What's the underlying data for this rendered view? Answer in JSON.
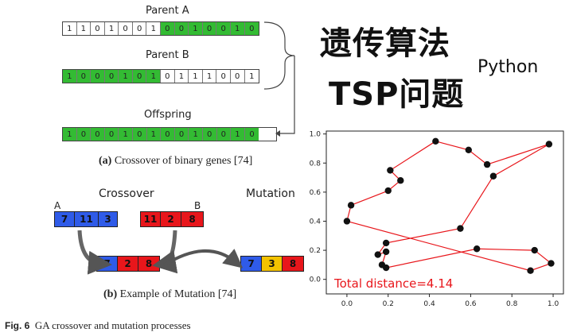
{
  "panel_a": {
    "parent_a_label": "Parent A",
    "parent_b_label": "Parent B",
    "offspring_label": "Offspring",
    "parent_a_bits": [
      "1",
      "1",
      "0",
      "1",
      "0",
      "0",
      "1",
      "0",
      "0",
      "1",
      "0",
      "0",
      "1",
      "0"
    ],
    "parent_b_bits": [
      "1",
      "0",
      "0",
      "0",
      "1",
      "0",
      "1",
      "0",
      "1",
      "1",
      "1",
      "0",
      "0",
      "1"
    ],
    "offspring_bits": [
      "1",
      "0",
      "0",
      "0",
      "1",
      "0",
      "1",
      "0",
      "0",
      "1",
      "0",
      "0",
      "1",
      "0"
    ],
    "crossover_index": 7,
    "caption_letter": "(a)",
    "caption_text": " Crossover of binary genes [74]"
  },
  "panel_b": {
    "crossover_label": "Crossover",
    "mutation_label": "Mutation",
    "label_a": "A",
    "label_b": "B",
    "gene_a": [
      "7",
      "11",
      "3"
    ],
    "gene_b": [
      "11",
      "2",
      "8"
    ],
    "child": [
      "7",
      "2",
      "8"
    ],
    "mutated": [
      "7",
      "3",
      "8"
    ],
    "caption_letter": "(b)",
    "caption_text": " Example of Mutation [74]"
  },
  "title": {
    "line1": "遗传算法",
    "line2": "TSP问题",
    "python": "Python"
  },
  "figure_caption": {
    "label": "Fig. 6",
    "text": "GA crossover and mutation processes"
  },
  "colors": {
    "bit_green": "#33bb33",
    "gene_blue": "#2f5be8",
    "gene_red": "#e8161b",
    "gene_yellow": "#f3c200",
    "route_red": "#e8161b"
  },
  "chart_data": {
    "type": "line",
    "annotation": "Total distance=4.14",
    "xlim": [
      -0.1,
      1.05
    ],
    "ylim": [
      -0.1,
      1.02
    ],
    "xticks": [
      "0.0",
      "0.2",
      "0.4",
      "0.6",
      "0.8",
      "1.0"
    ],
    "yticks": [
      "0.0",
      "0.2",
      "0.4",
      "0.6",
      "0.8",
      "1.0"
    ],
    "route": [
      [
        0.43,
        0.95
      ],
      [
        0.59,
        0.89
      ],
      [
        0.68,
        0.79
      ],
      [
        0.98,
        0.93
      ],
      [
        0.71,
        0.71
      ],
      [
        0.55,
        0.35
      ],
      [
        0.19,
        0.25
      ],
      [
        0.15,
        0.17
      ],
      [
        0.19,
        0.19
      ],
      [
        0.17,
        0.1
      ],
      [
        0.19,
        0.08
      ],
      [
        0.63,
        0.21
      ],
      [
        0.91,
        0.2
      ],
      [
        0.99,
        0.11
      ],
      [
        0.89,
        0.06
      ],
      [
        0.0,
        0.4
      ],
      [
        0.02,
        0.51
      ],
      [
        0.2,
        0.61
      ],
      [
        0.26,
        0.68
      ],
      [
        0.21,
        0.75
      ],
      [
        0.43,
        0.95
      ]
    ],
    "grid": false
  }
}
